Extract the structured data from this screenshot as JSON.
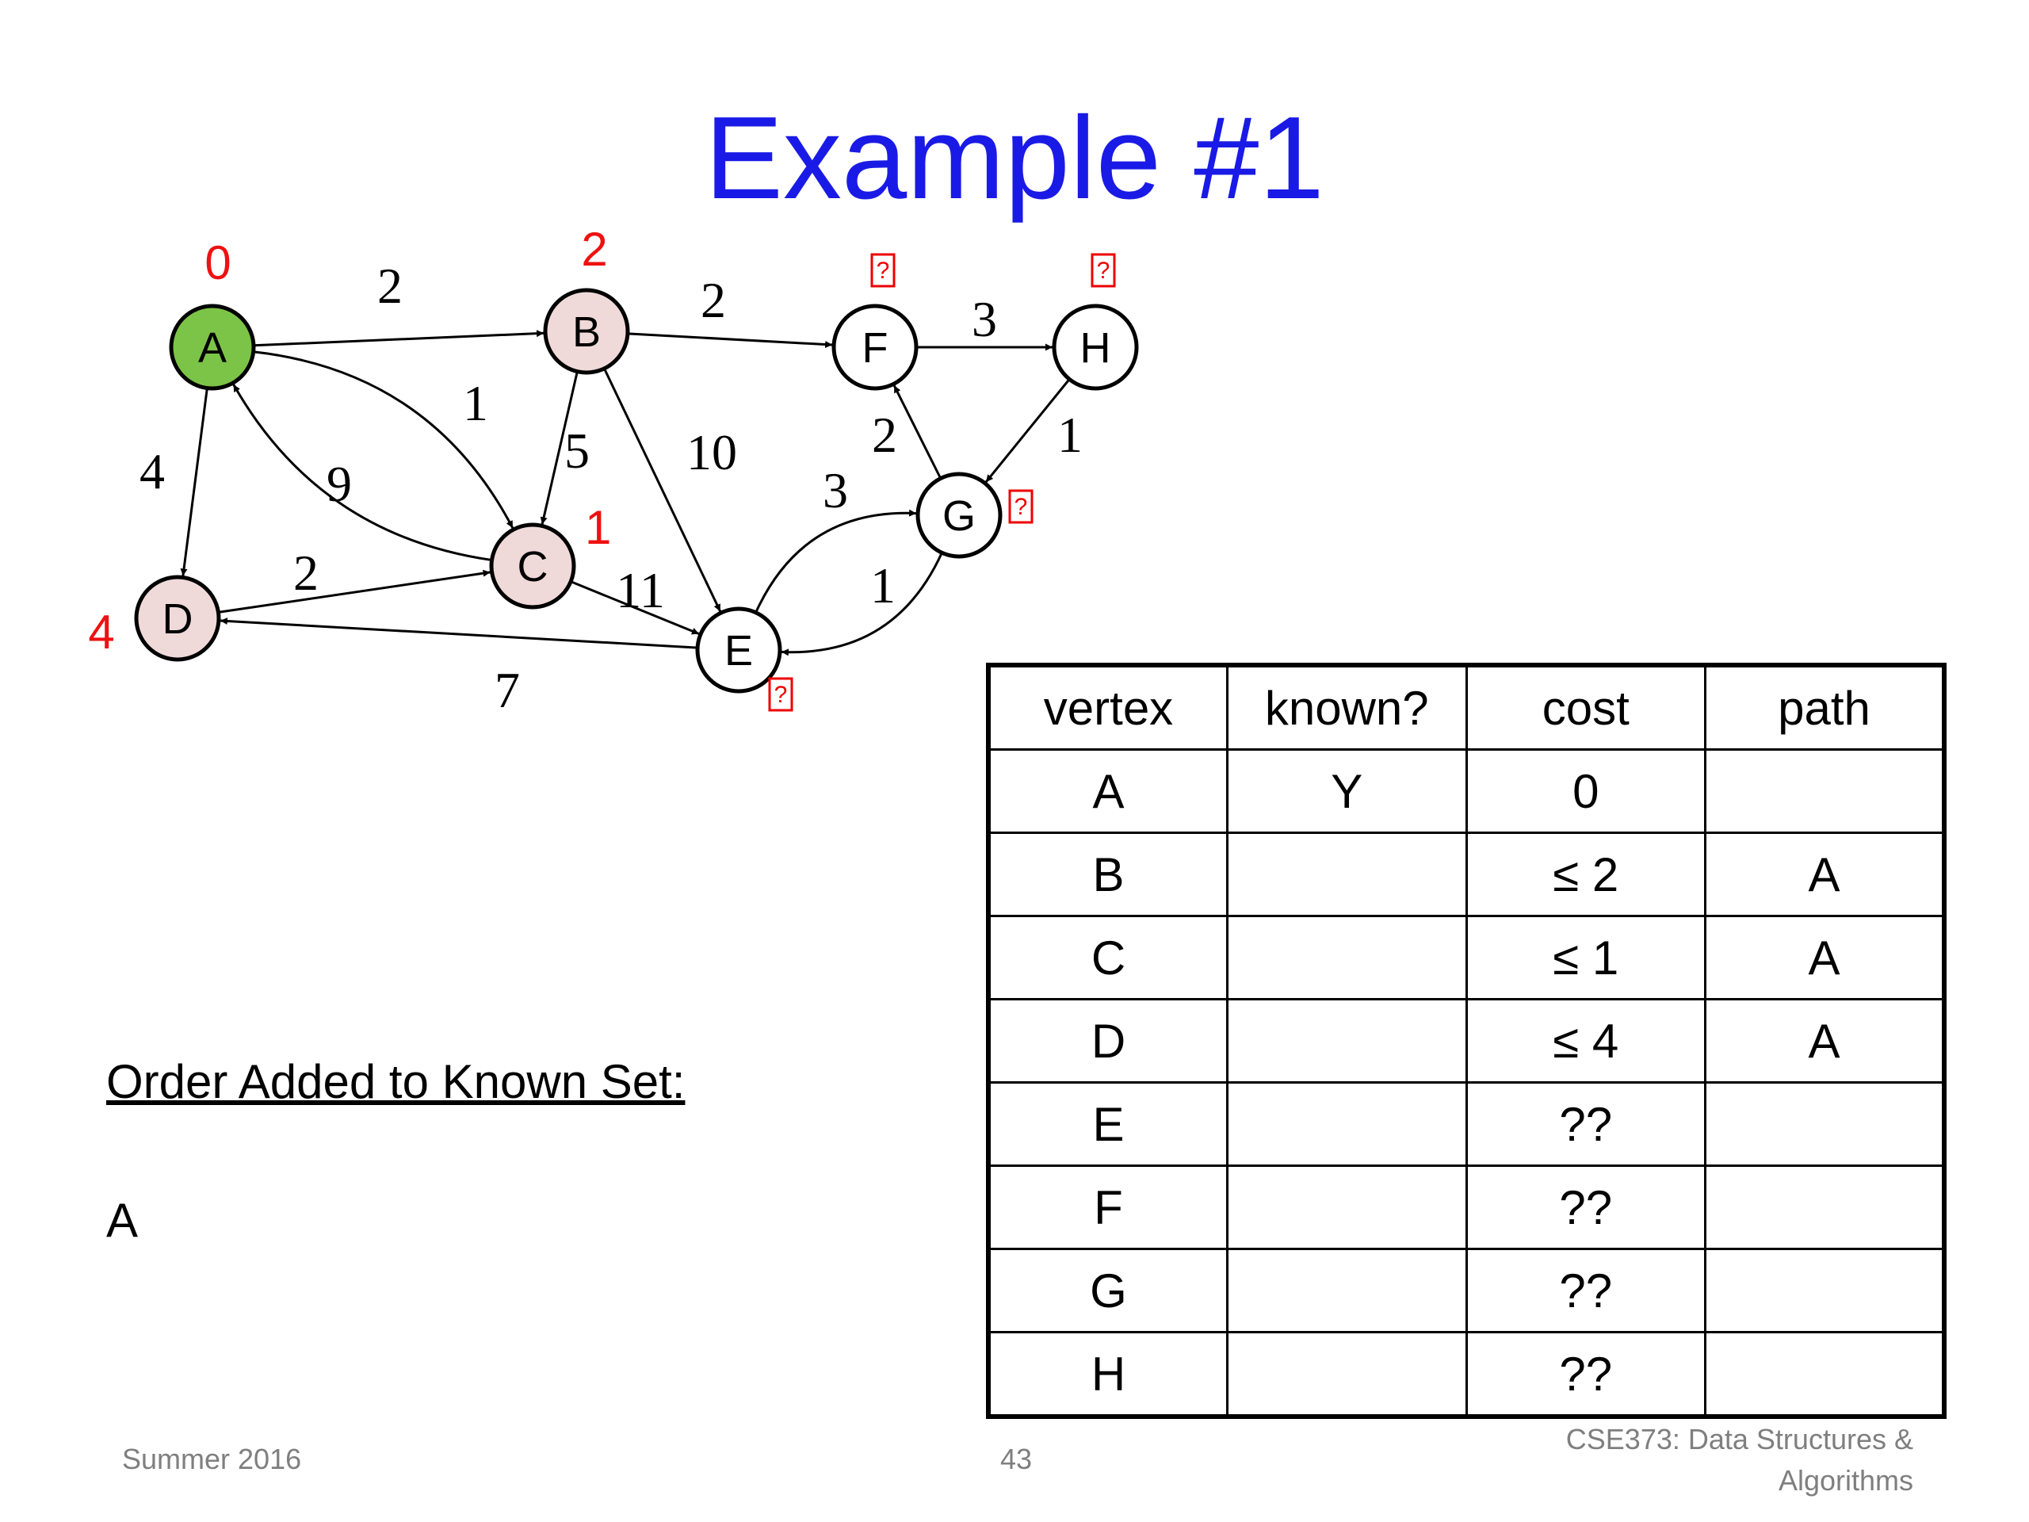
{
  "slide": {
    "title": "Example #1",
    "order_heading": "Order Added to Known Set:",
    "order_list": "A",
    "footer_left": "Summer 2016",
    "footer_page": "43",
    "footer_course_line1": "CSE373: Data Structures &",
    "footer_course_line2": "Algorithms"
  },
  "colors": {
    "title": "#1a1ae6",
    "known_node": "#7cc447",
    "visited_node": "#f0d9d9",
    "unvisited_node": "#ffffff",
    "distance_label": "#ee1111"
  },
  "graph": {
    "nodes": [
      {
        "id": "A",
        "label": "A",
        "state": "known",
        "distance": "0"
      },
      {
        "id": "B",
        "label": "B",
        "state": "visited",
        "distance": "2"
      },
      {
        "id": "C",
        "label": "C",
        "state": "visited",
        "distance": "1"
      },
      {
        "id": "D",
        "label": "D",
        "state": "visited",
        "distance": "4"
      },
      {
        "id": "E",
        "label": "E",
        "state": "unvisited",
        "distance": "?"
      },
      {
        "id": "F",
        "label": "F",
        "state": "unvisited",
        "distance": "?"
      },
      {
        "id": "G",
        "label": "G",
        "state": "unvisited",
        "distance": "?"
      },
      {
        "id": "H",
        "label": "H",
        "state": "unvisited",
        "distance": "?"
      }
    ],
    "edges": [
      {
        "from": "A",
        "to": "B",
        "weight": "2"
      },
      {
        "from": "A",
        "to": "C",
        "weight": "1"
      },
      {
        "from": "A",
        "to": "D",
        "weight": "4"
      },
      {
        "from": "C",
        "to": "A",
        "weight": "9"
      },
      {
        "from": "B",
        "to": "C",
        "weight": "5"
      },
      {
        "from": "B",
        "to": "E",
        "weight": "10"
      },
      {
        "from": "B",
        "to": "F",
        "weight": "2"
      },
      {
        "from": "D",
        "to": "C",
        "weight": "2"
      },
      {
        "from": "C",
        "to": "E",
        "weight": "11"
      },
      {
        "from": "E",
        "to": "D",
        "weight": "7"
      },
      {
        "from": "F",
        "to": "H",
        "weight": "3"
      },
      {
        "from": "H",
        "to": "G",
        "weight": "1"
      },
      {
        "from": "G",
        "to": "F",
        "weight": "2"
      },
      {
        "from": "G",
        "to": "E",
        "weight": "3"
      },
      {
        "from": "E",
        "to": "G",
        "weight": "1"
      }
    ]
  },
  "table": {
    "headers": [
      "vertex",
      "known?",
      "cost",
      "path"
    ],
    "rows": [
      [
        "A",
        "Y",
        "0",
        ""
      ],
      [
        "B",
        "",
        "≤ 2",
        "A"
      ],
      [
        "C",
        "",
        "≤ 1",
        "A"
      ],
      [
        "D",
        "",
        "≤ 4",
        "A"
      ],
      [
        "E",
        "",
        "??",
        ""
      ],
      [
        "F",
        "",
        "??",
        ""
      ],
      [
        "G",
        "",
        "??",
        ""
      ],
      [
        "H",
        "",
        "??",
        ""
      ]
    ]
  }
}
